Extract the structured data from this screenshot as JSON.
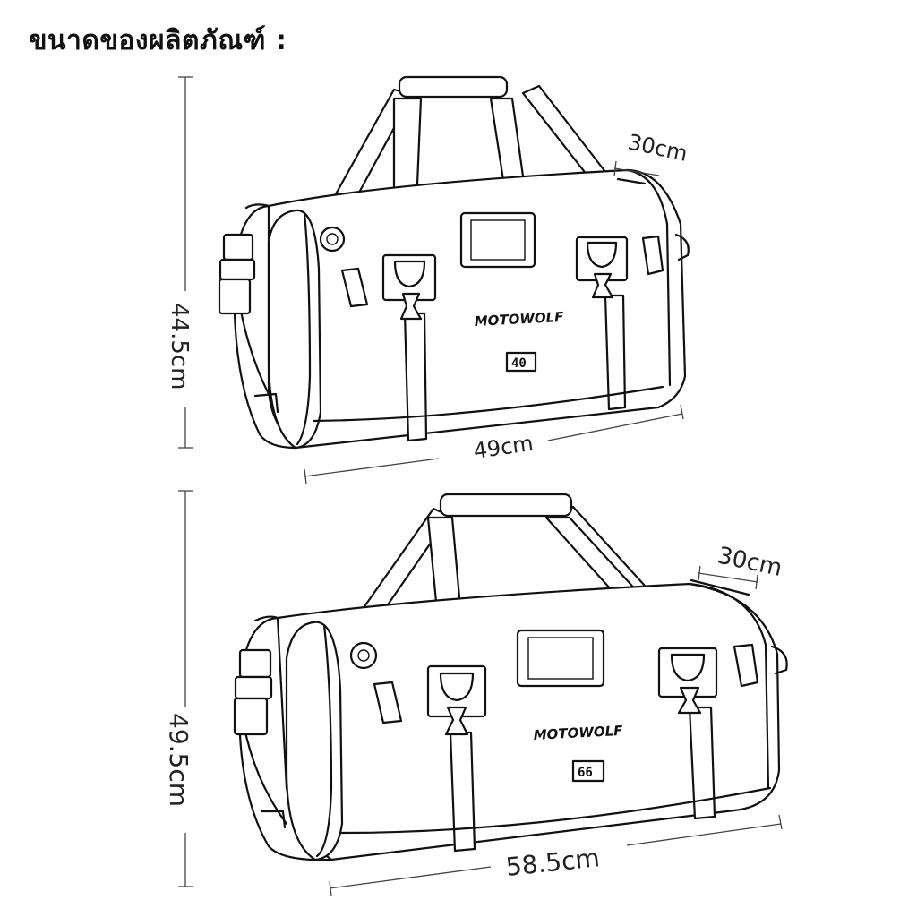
{
  "title": "ขนาดของผลิตภัณฑ์ :",
  "bags": [
    {
      "brand": "MOTOWOLF",
      "capacity": "40",
      "height_label": "44.5cm",
      "length_label": "49cm",
      "depth_label": "30cm"
    },
    {
      "brand": "MOTOWOLF",
      "capacity": "66",
      "height_label": "49.5cm",
      "length_label": "58.5cm",
      "depth_label": "30cm"
    }
  ]
}
